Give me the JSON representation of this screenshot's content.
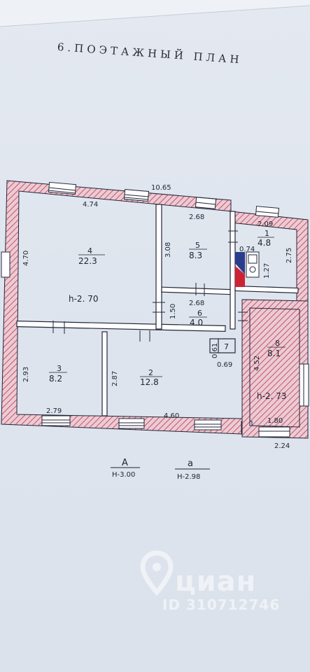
{
  "title": "6.ПОЭТАЖНЫЙ ПЛАН",
  "dimensions": {
    "overall_top": "10.65",
    "room4_width": "4.74",
    "room4_depth": "4.70",
    "room5_width": "2.68",
    "room5_depth": "3.08",
    "room1_width": "2.09",
    "room1_depth": "2.75",
    "stair_a": "0.74",
    "stair_b": "1.27",
    "room6_width": "2.68",
    "room6_depth": "1.50",
    "room7_a": "0.61",
    "room7_b": "0.69",
    "room3_depth": "2.93",
    "room3_width": "2.79",
    "room2_depth": "2.87",
    "room2_width": "4.60",
    "room8_depth": "4.52",
    "room8_width": "1.80",
    "overall_right": "2.24"
  },
  "rooms": [
    {
      "number": "4",
      "area": "22.3"
    },
    {
      "number": "5",
      "area": "8.3"
    },
    {
      "number": "1",
      "area": "4.8"
    },
    {
      "number": "6",
      "area": "4.0"
    },
    {
      "number": "7",
      "area": ""
    },
    {
      "number": "3",
      "area": "8.2"
    },
    {
      "number": "2",
      "area": "12.8"
    },
    {
      "number": "8",
      "area": "8.1"
    }
  ],
  "heights": {
    "main": "h-2. 70",
    "annex": "h-2. 73"
  },
  "legend": [
    {
      "letter": "А",
      "height": "Н-3.00"
    },
    {
      "letter": "а",
      "height": "Н-2.98"
    }
  ],
  "watermark": {
    "brand": "циан",
    "id": "ID 310712746"
  },
  "colors": {
    "wall_hatch": "#c0566e",
    "line": "#23263a",
    "paper": "#e2e7ef",
    "stair_blue": "#2a3c8c",
    "stair_red": "#cc2233"
  }
}
